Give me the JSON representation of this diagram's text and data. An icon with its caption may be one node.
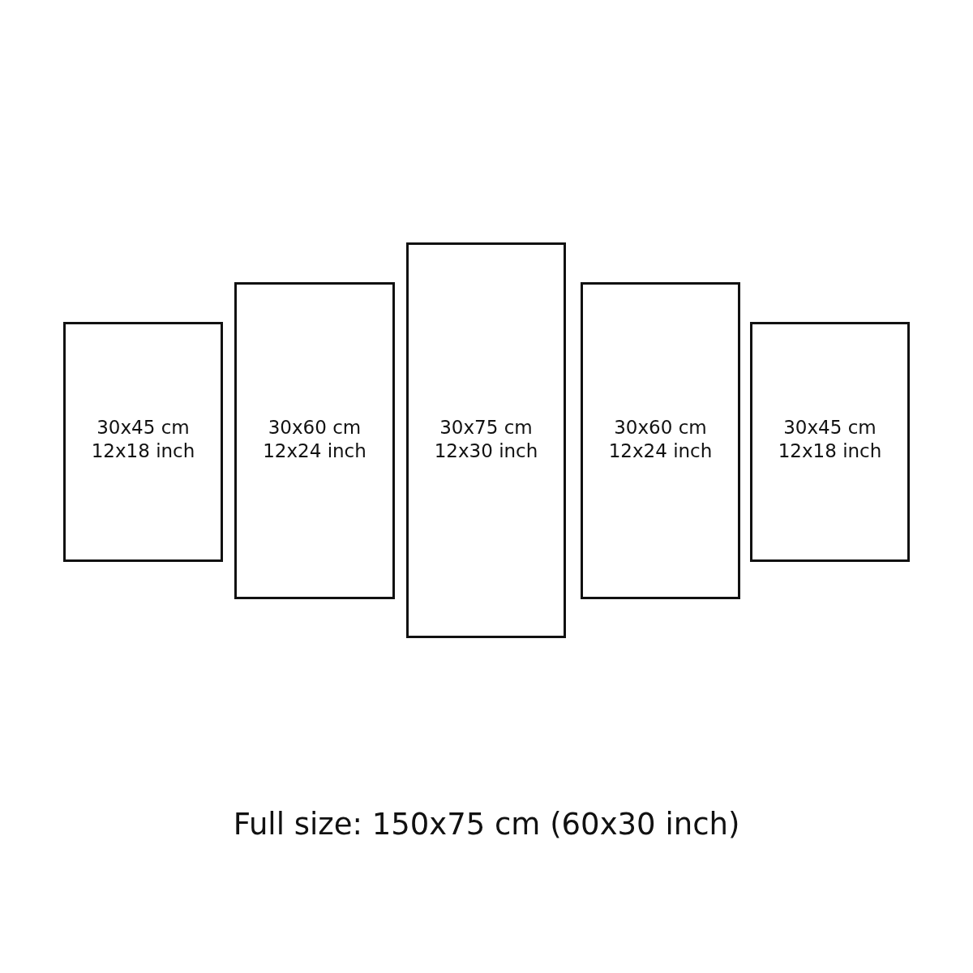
{
  "diagram": {
    "caption": "Full size: 150x75 cm (60x30 inch)",
    "nodes": [
      {
        "text": [
          "30x45 cm",
          "12x18 inch"
        ]
      },
      {
        "text": [
          "30x60 cm",
          "12x24 inch"
        ]
      },
      {
        "text": [
          "30x75 cm",
          "12x30 inch"
        ]
      },
      {
        "text": [
          "30x60 cm",
          "12x24 inch"
        ]
      },
      {
        "text": [
          "30x45 cm",
          "12x18 inch"
        ]
      }
    ]
  }
}
